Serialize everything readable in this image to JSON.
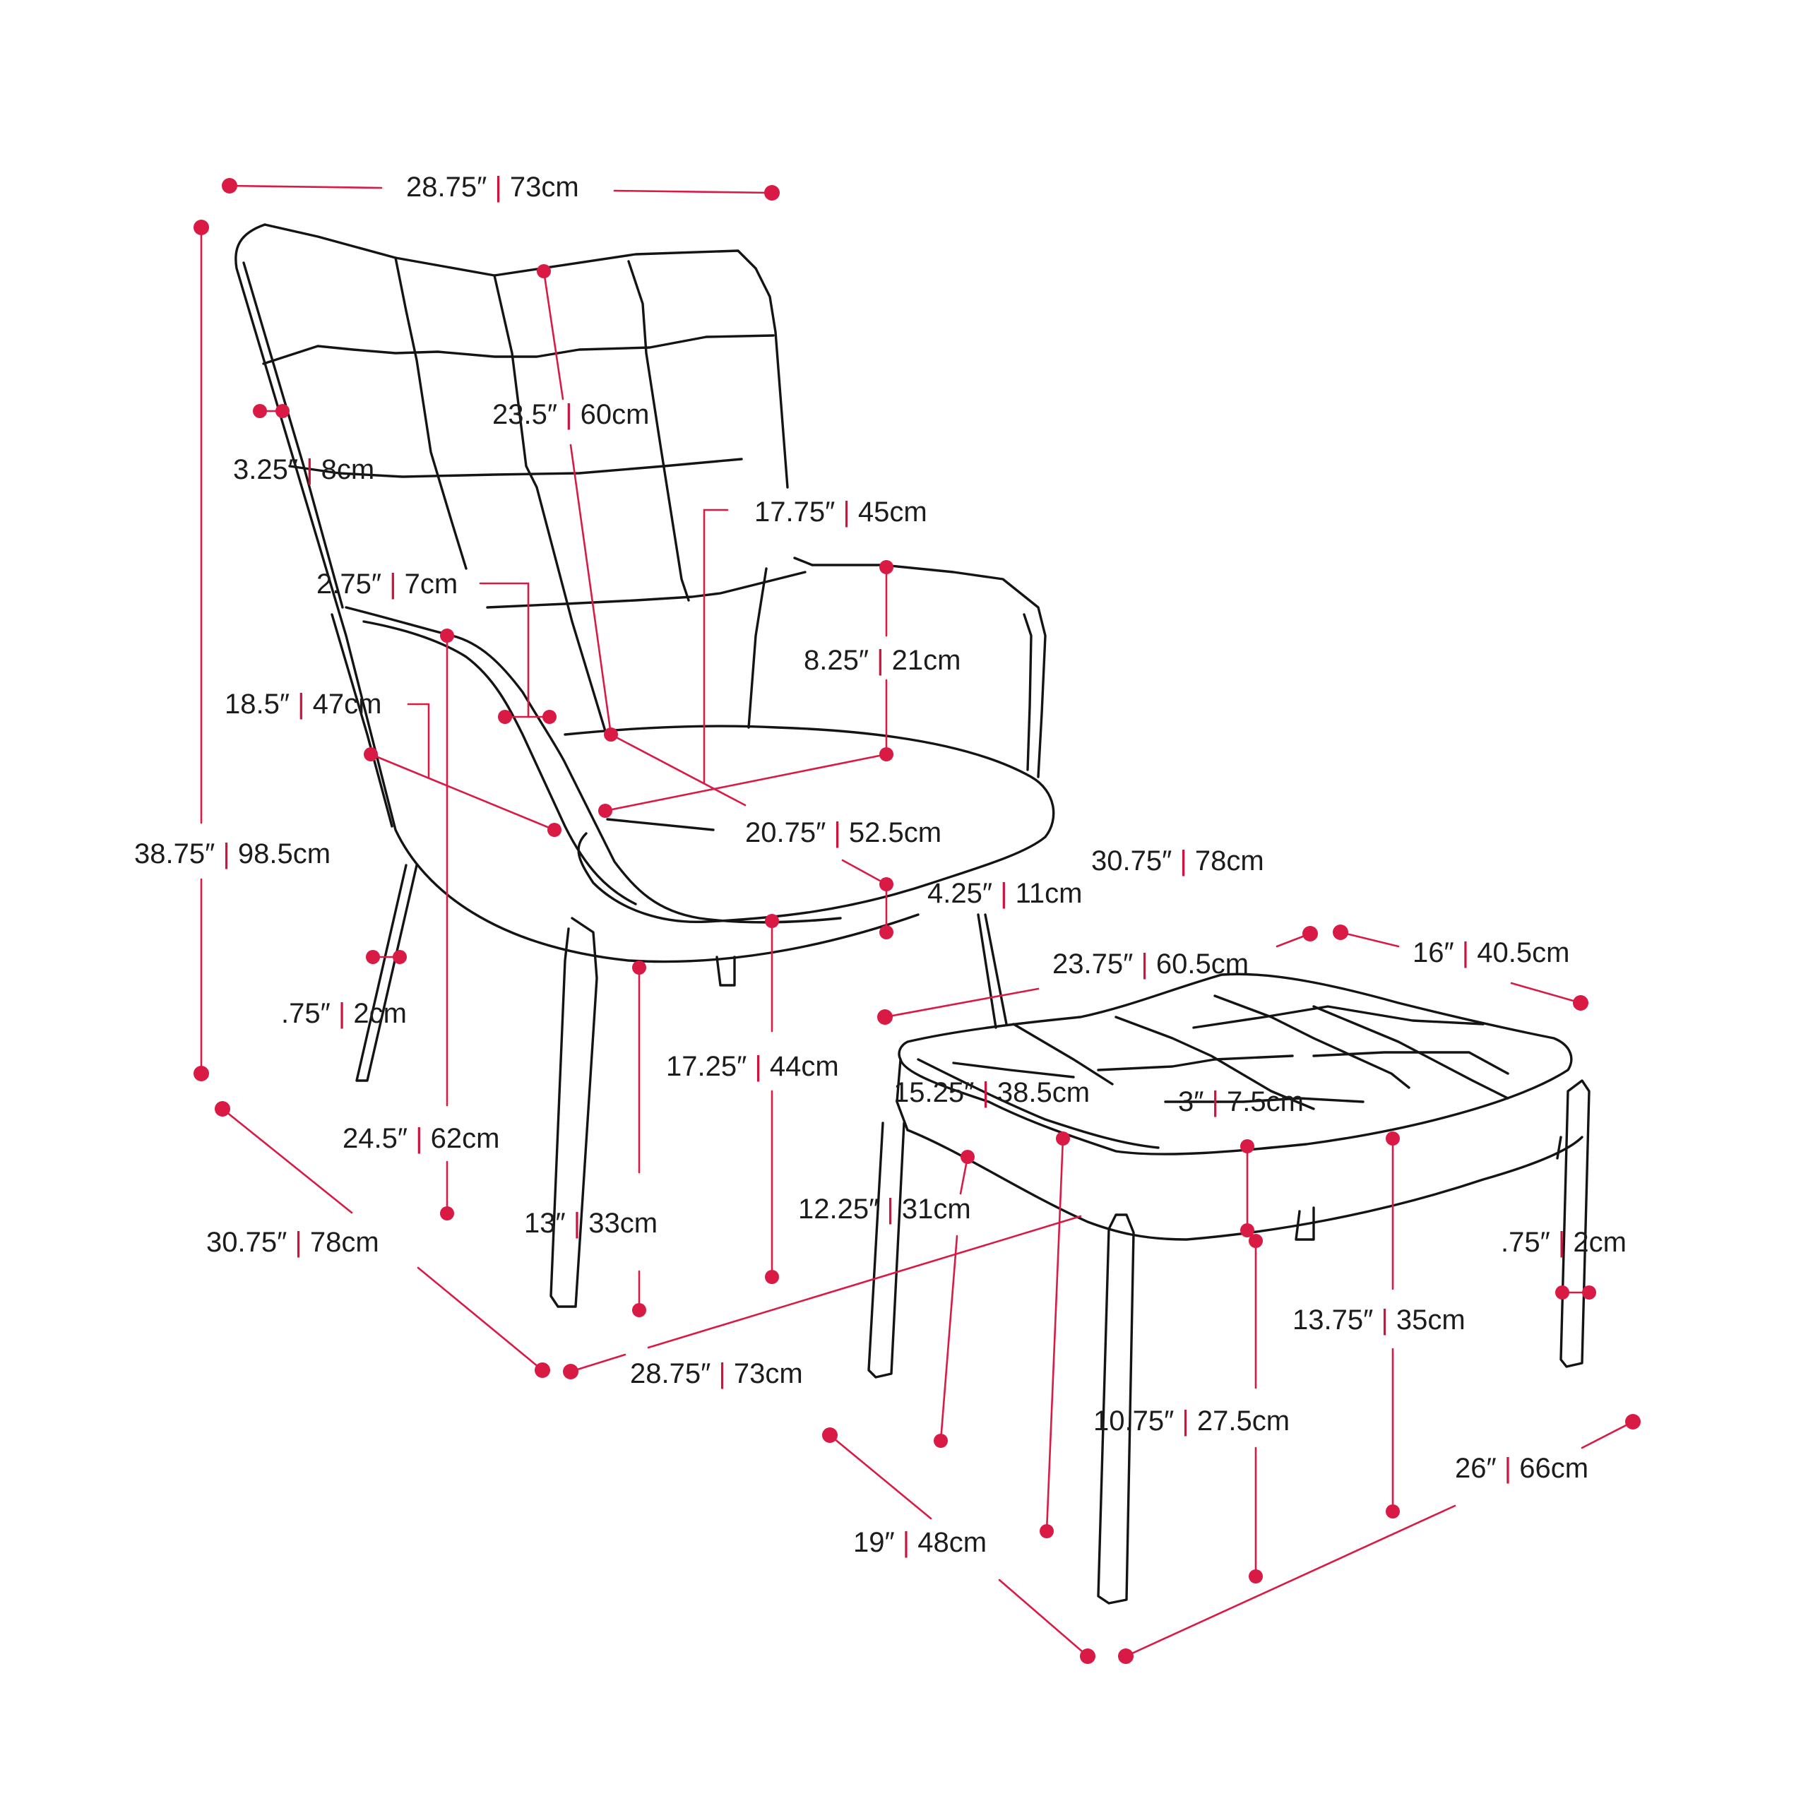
{
  "colors": {
    "dimension": "#d81a45",
    "outline": "#141414",
    "background": "#ffffff"
  },
  "labels": {
    "chair_width_top": "28.75″ | 73cm",
    "chair_height_total": "38.75″ | 98.5cm",
    "back_frame_depth": "3.25″ | 8cm",
    "backrest_height": "23.5″ | 60cm",
    "seat_depth_inner": "17.75″ | 45cm",
    "back_cushion_thickness": "2.75″ | 7cm",
    "armrest_height": "8.25″ | 21cm",
    "arm_inner_depth": "18.5″ | 47cm",
    "seat_width": "20.75″ | 52.5cm",
    "seat_cushion_thickness": "4.25″ | 11cm",
    "chair_leg_width": ".75″ | 2cm",
    "seat_height": "17.25″ | 44cm",
    "arm_height_floor": "24.5″ | 62cm",
    "chair_leg_height": "13″ | 33cm",
    "chair_depth": "30.75″ | 78cm",
    "chair_width_bottom": "28.75″ | 73cm",
    "ottoman_diagonal": "30.75″ | 78cm",
    "ottoman_top_width": "23.75″ | 60.5cm",
    "ottoman_top_depth": "16″ | 40.5cm",
    "ottoman_inner_depth": "15.25″ | 38.5cm",
    "ottoman_cushion": "3″ | 7.5cm",
    "ottoman_under_height": "12.25″ | 31cm",
    "ottoman_leg_width": ".75″ | 2cm",
    "ottoman_height": "13.75″ | 35cm",
    "ottoman_leg_height": "10.75″ | 27.5cm",
    "ottoman_depth": "19″ | 48cm",
    "ottoman_width": "26″ | 66cm"
  }
}
